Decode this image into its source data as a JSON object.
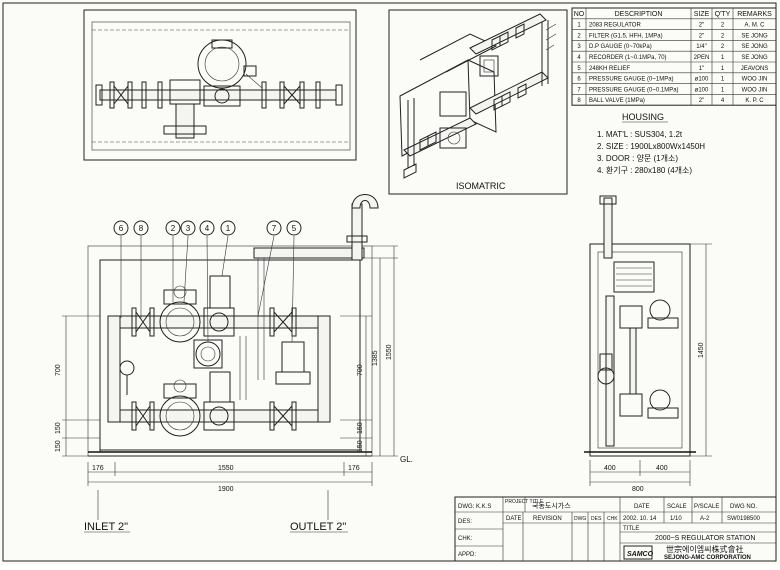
{
  "parts_table": {
    "headers": [
      "NO",
      "DESCRIPTION",
      "SIZE",
      "Q'TY",
      "REMARKS"
    ],
    "rows": [
      [
        "1",
        "2083 REGULATOR",
        "2\"",
        "2",
        "A. M. C"
      ],
      [
        "2",
        "FILTER (G1.5, HFH, 1MPa)",
        "2\"",
        "2",
        "SE JONG"
      ],
      [
        "3",
        "D.P GAUGE (0~70kPa)",
        "1/4\"",
        "2",
        "SE JONG"
      ],
      [
        "4",
        "RECORDER (1~0.1MPa, 70)",
        "2PEN",
        "1",
        "SE JONG"
      ],
      [
        "5",
        "248KH RELIEF",
        "1\"",
        "1",
        "JEAVONS"
      ],
      [
        "6",
        "PRESSURE GAUGE (0~1MPa)",
        "ø100",
        "1",
        "WOO JIN"
      ],
      [
        "7",
        "PRESSURE GAUGE (0~0.1MPa)",
        "ø100",
        "1",
        "WOO JIN"
      ],
      [
        "8",
        "BALL VALVE (1MPa)",
        "2\"",
        "4",
        "K. P. C"
      ]
    ]
  },
  "housing": {
    "title": "HOUSING",
    "lines": [
      "1. MAT'L : SUS304, 1.2t",
      "2. SIZE : 1900Lx800Wx1450H",
      "3. DOOR : 양문 (1개소)",
      "4. 환기구 : 280x180 (4개소)"
    ]
  },
  "isometric_label": "ISOMATRIC",
  "balloons": [
    "6",
    "8",
    "2",
    "3",
    "4",
    "1",
    "7",
    "5"
  ],
  "front_dims": {
    "d176_left": "176",
    "d1550": "1550",
    "d176_right": "176",
    "d1900": "1900",
    "v700_left": "700",
    "v150_left_a": "150",
    "v150_left_b": "150",
    "v700_right": "700",
    "v1385": "1385",
    "v1550": "1550",
    "v150_right_a": "150",
    "v150_right_b": "150",
    "gl": "GL."
  },
  "side_dims": {
    "d400_left": "400",
    "d400_right": "400",
    "d800": "800",
    "v1450": "1450"
  },
  "inlet_label": "INLET 2\"",
  "outlet_label": "OUTLET 2\"",
  "title_block": {
    "dwg_label": "DWG: K.K.S",
    "des_label": "DES:",
    "chk_label": "CHK:",
    "appd_label": "APPD:",
    "project_title_label": "PROJECT TITLE",
    "project_title_value": "국동도시가스",
    "date_label": "DATE",
    "date_value": "2002. 10. 14",
    "scale_label": "SCALE",
    "scale_value": "1/10",
    "pscale_label": "P/SCALE",
    "pscale_value": "A-2",
    "dwgno_label": "DWG NO.",
    "dwgno_value": "SW0198500",
    "rev_date": "DATE",
    "rev_revision": "REVISION",
    "rev_dwg": "DWG",
    "rev_des": "DES",
    "rev_chk": "CHK",
    "title_label": "TITLE",
    "title_value": "2000~S REGULATOR STATION",
    "company_korean": "世宗에이엠씨株式會社",
    "company_english": "SEJONG-AMC CORPORATION",
    "logo_text": "SAMCO"
  }
}
